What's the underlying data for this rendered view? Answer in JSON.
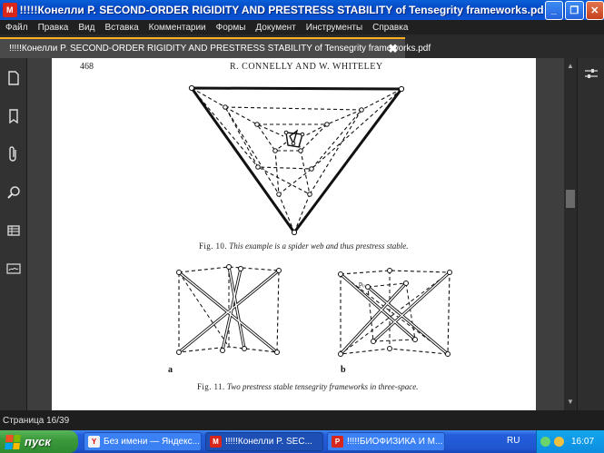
{
  "window": {
    "title": "!!!!!Конелли P. SECOND-ORDER RIGIDITY AND PRESTRESS STABILITY of Tensegrity frameworks.pdf - Master PDF...",
    "app_icon": "master-pdf-icon",
    "controls": {
      "minimize": "_",
      "maximize": "❐",
      "close": "✕"
    }
  },
  "menu": {
    "items": [
      "Файл",
      "Правка",
      "Вид",
      "Вставка",
      "Комментарии",
      "Формы",
      "Документ",
      "Инструменты",
      "Справка"
    ]
  },
  "tab": {
    "label": "!!!!!Конелли P. SECOND-ORDER RIGIDITY AND PRESTRESS STABILITY of Tensegrity frameworks.pdf",
    "close": "✖"
  },
  "left_tools": [
    "page-icon",
    "bookmark-icon",
    "attachment-icon",
    "search-icon",
    "layers-icon",
    "signature-icon"
  ],
  "right_tools": [
    "properties-slider-icon"
  ],
  "document": {
    "page_number": "468",
    "running_header": "R. CONNELLY AND W. WHITELEY",
    "fig10": {
      "label": "Fig. 10.",
      "caption": "This example is a spider web and thus prestress stable."
    },
    "fig11": {
      "label": "Fig. 11.",
      "caption": "Two prestress stable tensegrity frameworks in three-space.",
      "sub_a": "a",
      "sub_b": "b",
      "point_label": "p₀"
    }
  },
  "status": {
    "page": "Страница 16/39"
  },
  "taskbar": {
    "start": "пуск",
    "tasks": [
      {
        "label": "Без имени — Яндекс...",
        "icon": "yandex-icon",
        "color": "#f2f2f2"
      },
      {
        "label": "!!!!!Конелли P. SEC...",
        "icon": "master-pdf-icon",
        "color": "#d8261a"
      },
      {
        "label": "!!!!!БИОФИЗИКА И М...",
        "icon": "pdf-doc-icon",
        "color": "#d8261a"
      }
    ],
    "language": "RU",
    "clock": "16:07"
  },
  "colors": {
    "accent_tab": "#ffb020",
    "titlebar": "#0348c2",
    "taskbar": "#245edb",
    "start": "#3c9a3c"
  }
}
